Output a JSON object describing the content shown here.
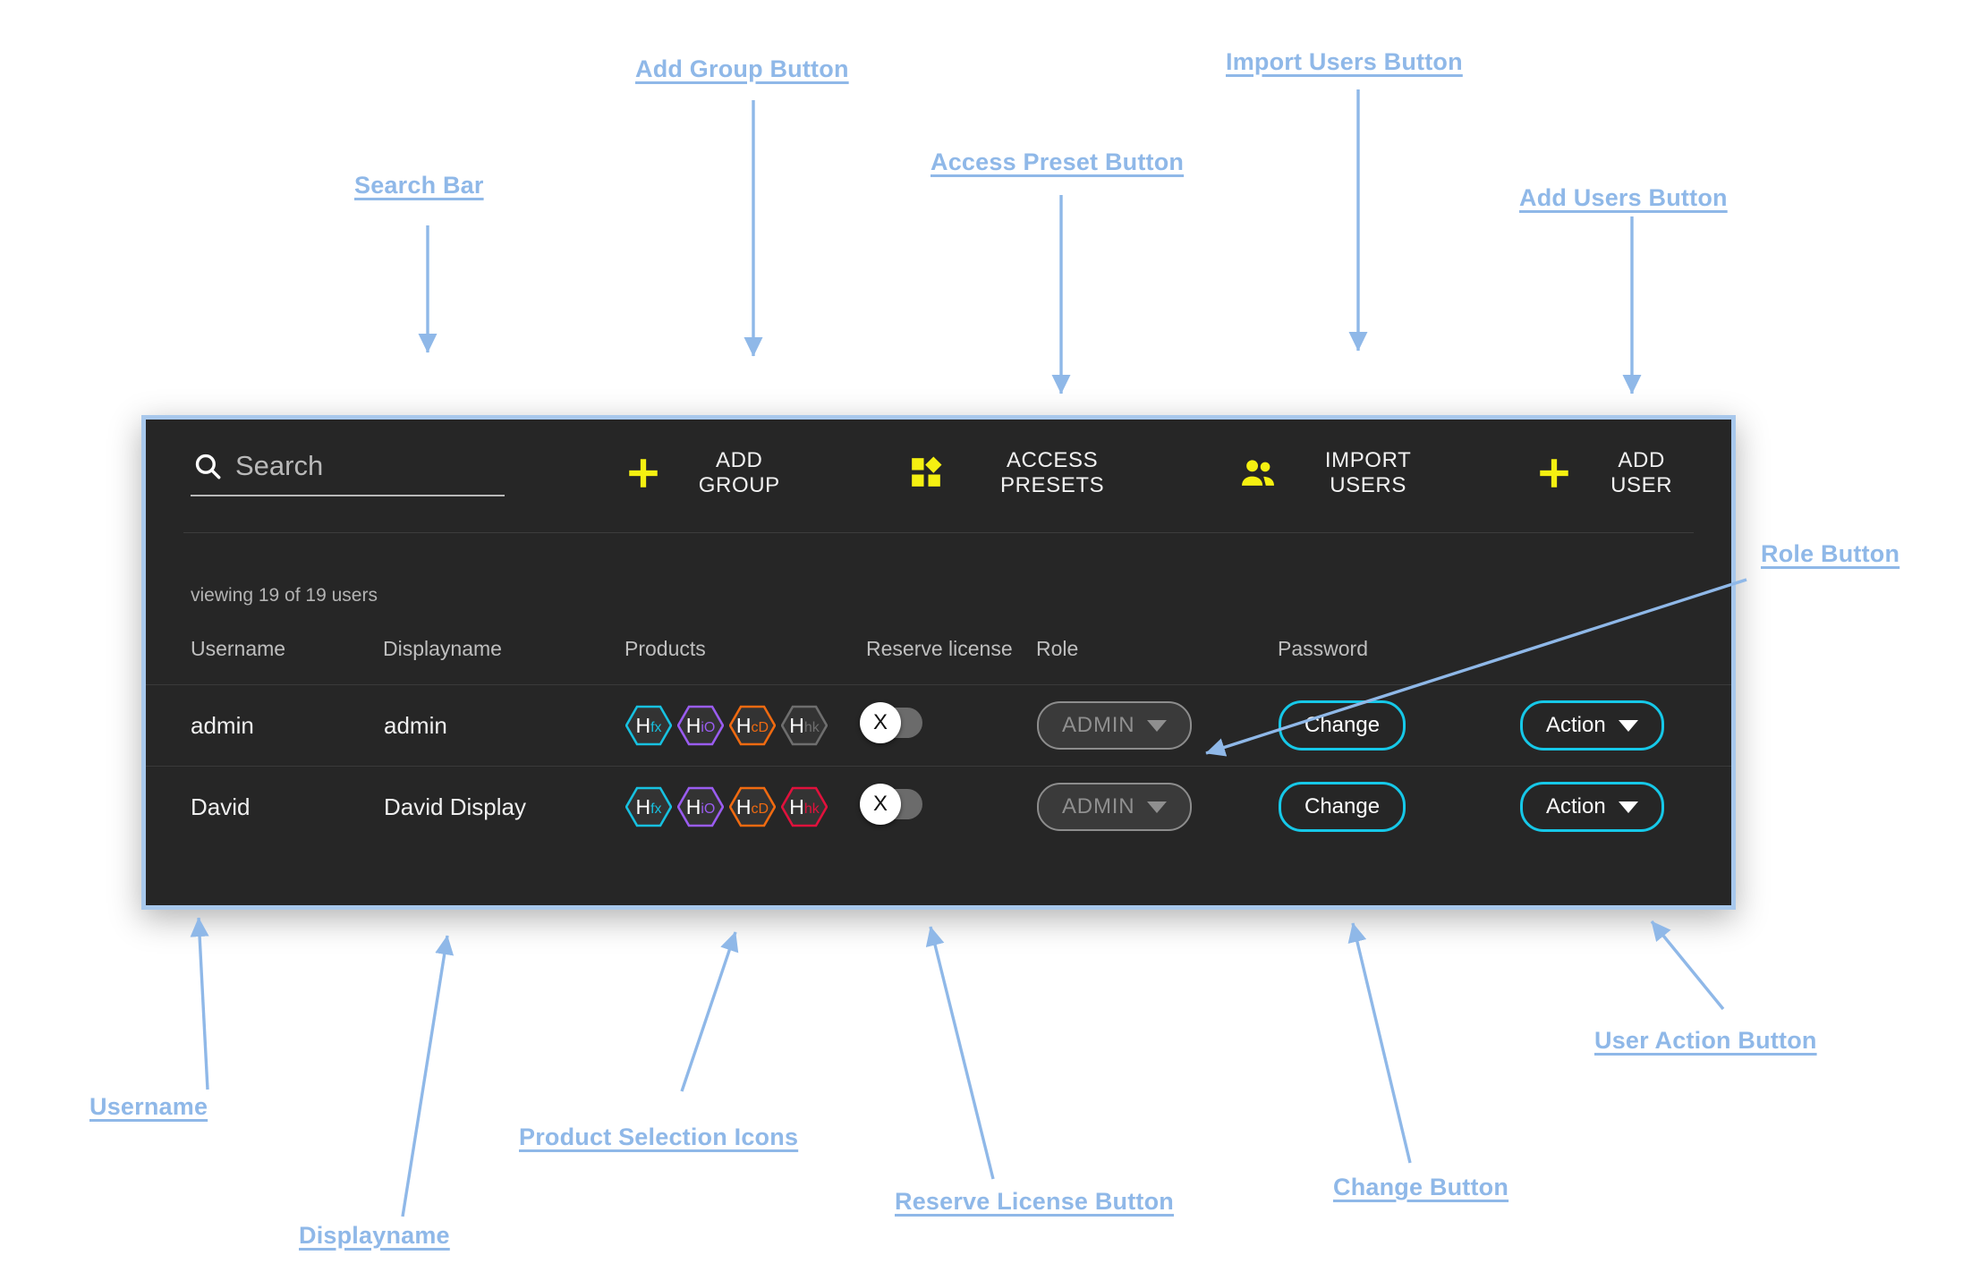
{
  "panel": {
    "search": {
      "placeholder": "Search",
      "value": "",
      "icon": "search-icon"
    },
    "toolbar_buttons": [
      {
        "label": "ADD GROUP",
        "icon": "plus-icon"
      },
      {
        "label": "ACCESS PRESETS",
        "icon": "grid-preset-icon"
      },
      {
        "label": "IMPORT USERS",
        "icon": "people-icon"
      },
      {
        "label": "ADD USER",
        "icon": "plus-icon"
      }
    ],
    "viewing_text": "viewing 19 of 19 users",
    "table": {
      "headers": [
        "Username",
        "Displayname",
        "Products",
        "Reserve license",
        "Role",
        "Password",
        ""
      ],
      "rows": [
        {
          "username": "admin",
          "displayname": "admin",
          "products": [
            {
              "code": "H",
              "sub": "fx",
              "color": "#17c1e0",
              "enabled": true
            },
            {
              "code": "H",
              "sub": "iO",
              "color": "#9a5cf0",
              "enabled": true
            },
            {
              "code": "H",
              "sub": "cD",
              "color": "#f06a10",
              "enabled": true
            },
            {
              "code": "H",
              "sub": "hk",
              "color": "#6e6e6e",
              "enabled": false
            }
          ],
          "reserve_license": {
            "state": "off",
            "knob_glyph": "X"
          },
          "role": "ADMIN",
          "password_label": "Change",
          "action_label": "Action"
        },
        {
          "username": "David",
          "displayname": "David Display",
          "products": [
            {
              "code": "H",
              "sub": "fx",
              "color": "#17c1e0",
              "enabled": true
            },
            {
              "code": "H",
              "sub": "iO",
              "color": "#9a5cf0",
              "enabled": true
            },
            {
              "code": "H",
              "sub": "cD",
              "color": "#f06a10",
              "enabled": true
            },
            {
              "code": "H",
              "sub": "hk",
              "color": "#e0113c",
              "enabled": true
            }
          ],
          "reserve_license": {
            "state": "off",
            "knob_glyph": "X"
          },
          "role": "ADMIN",
          "password_label": "Change",
          "action_label": "Action"
        }
      ]
    }
  },
  "annotations": [
    {
      "id": "search-bar",
      "text": "Search Bar"
    },
    {
      "id": "add-group-button",
      "text": "Add Group Button"
    },
    {
      "id": "access-preset-button",
      "text": "Access Preset Button"
    },
    {
      "id": "import-users-button",
      "text": "Import Users Button"
    },
    {
      "id": "add-users-button",
      "text": "Add Users Button"
    },
    {
      "id": "role-button",
      "text": "Role Button"
    },
    {
      "id": "username",
      "text": "Username"
    },
    {
      "id": "displayname",
      "text": "Displayname"
    },
    {
      "id": "product-selection-icons",
      "text": "Product Selection Icons"
    },
    {
      "id": "reserve-license-button",
      "text": "Reserve License Button"
    },
    {
      "id": "change-button",
      "text": "Change Button"
    },
    {
      "id": "user-action-button",
      "text": "User Action Button"
    }
  ],
  "colors": {
    "accent_yellow": "#f5f011",
    "accent_cyan": "#16c8e8",
    "panel_bg": "#262626",
    "panel_border": "#a8c8ec",
    "annotation": "#8fb8e8"
  }
}
